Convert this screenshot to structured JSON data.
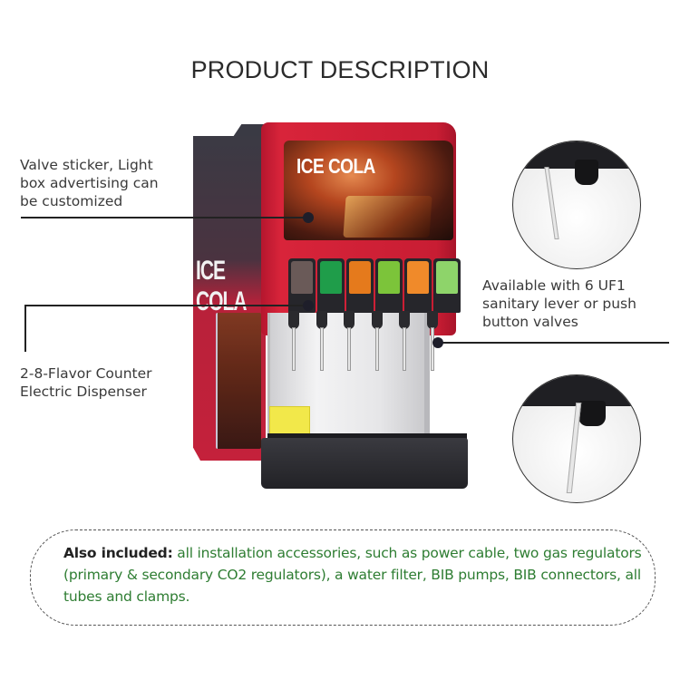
{
  "page": {
    "title": "PRODUCT DESCRIPTION"
  },
  "callouts": [
    {
      "id": "lightbox",
      "lines": [
        "Valve sticker, Light",
        "box advertising can",
        "be customized"
      ]
    },
    {
      "id": "flavor",
      "lines": [
        "2-8-Flavor Counter",
        "Electric Dispenser"
      ]
    },
    {
      "id": "valves",
      "lines": [
        "Available with 6 UF1",
        "sanitary lever or push",
        "button valves"
      ]
    }
  ],
  "product": {
    "lightbox_brand": "ICE COLA",
    "side_brand": "ICE COLA",
    "valve_count": 6,
    "valve_label_colors": [
      "#6a5a58",
      "#1f9d4a",
      "#e57a1c",
      "#7cc43a",
      "#f08a2a",
      "#8ed46a"
    ],
    "body_color": "#c81d33"
  },
  "included": {
    "lead": "Also included:",
    "body": " all installation accessories, such as power cable, two gas regulators (primary & secondary CO2 regulators), a water filter, BIB pumps,  BIB connectors, all tubes and clamps.",
    "text_color": "#2e7d32"
  },
  "detail_images": [
    {
      "id": "lever-valve-detail",
      "description": "lever valve close-up"
    },
    {
      "id": "push-valve-detail",
      "description": "push button valve close-up"
    }
  ]
}
